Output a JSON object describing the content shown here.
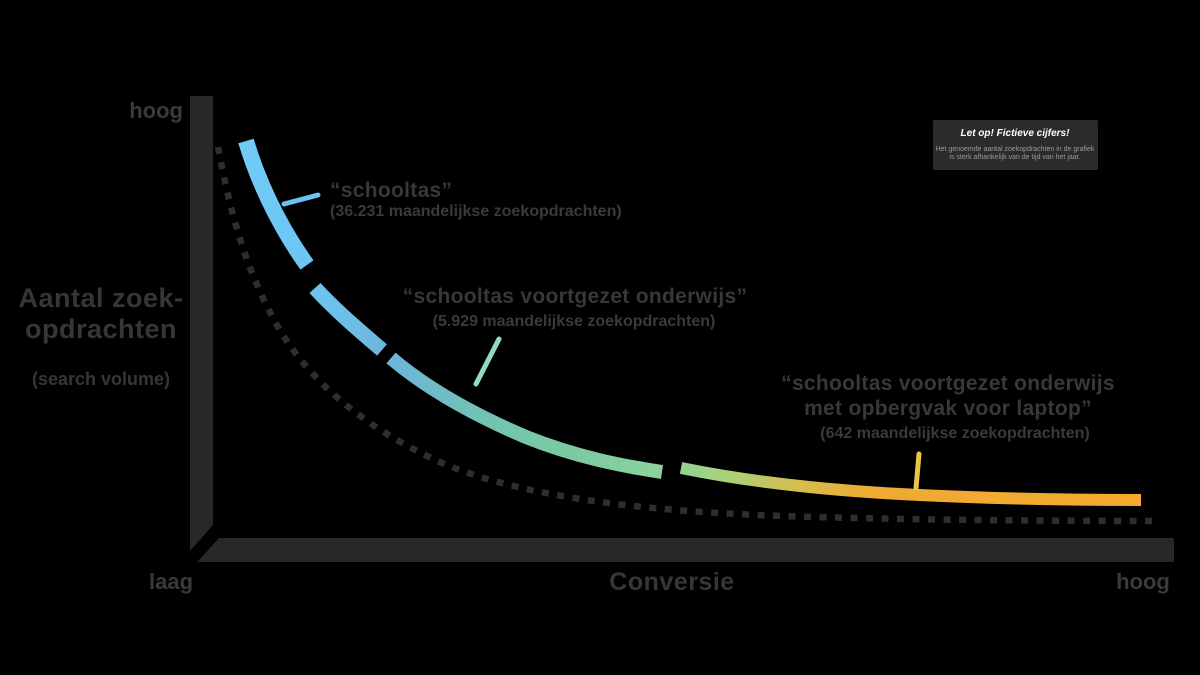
{
  "colors": {
    "background": "#000000",
    "axis": "#28282a",
    "dashed_curve": "#2e2e30",
    "label_text": "#3a3a3a",
    "segment_blue": "#6fc8f5",
    "segment_teal": "#72c5ad",
    "segment_green": "#8ed29a",
    "segment_orange": "#f5a82f",
    "leader_blue": "#68c4f2",
    "leader_teal": "#93d9c0",
    "leader_yellow": "#e9c44b",
    "note_bg": "#2b2b2b",
    "note_title": "#ffffff",
    "note_body": "#9a9a9a"
  },
  "y_axis": {
    "top_label": "hoog",
    "bottom_label": "laag",
    "title_line1": "Aantal zoek-",
    "title_line2": "opdrachten",
    "subtitle": "(search volume)"
  },
  "x_axis": {
    "title": "Conversie",
    "right_label": "hoog"
  },
  "annotations": [
    {
      "title": "“schooltas”",
      "subtitle": "(36.231 maandelijkse zoekopdrachten)"
    },
    {
      "title": "“schooltas voortgezet onderwijs”",
      "subtitle": "(5.929 maandelijkse zoekopdrachten)"
    },
    {
      "title_line1": "“schooltas voortgezet onderwijs",
      "title_line2": "met opbergvak voor laptop”",
      "subtitle": "(642 maandelijkse zoekopdrachten)"
    }
  ],
  "note": {
    "title": "Let op! Fictieve cijfers!",
    "body_line1": "Het genoemde aantal zoekopdrachten in de grafiek",
    "body_line2": "is sterk afhankelijk van de tijd van het jaar."
  },
  "chart_data": {
    "type": "line",
    "title": "",
    "xlabel": "Conversie",
    "ylabel": "Aantal zoekopdrachten (search volume)",
    "x_axis_range_labels": [
      "laag",
      "hoog"
    ],
    "y_axis_range_labels": [
      "laag",
      "hoog"
    ],
    "grid": false,
    "legend": false,
    "curve_shape": "long-tail (high search volume / low conversion at left, low search volume / high conversion at right)",
    "curves": [
      {
        "name": "keyword long-tail curve",
        "style": "gradient band in 4 segments",
        "gradient_colors": [
          "#6fc8f5",
          "#72c5ad",
          "#8ed29a",
          "#f5a82f"
        ]
      },
      {
        "name": "reference curve",
        "style": "dashed dark gray, parallel below the gradient band"
      }
    ],
    "points": [
      {
        "keyword": "schooltas",
        "monthly_searches": 36231,
        "search_volume": "hoog",
        "conversion": "laag"
      },
      {
        "keyword": "schooltas voortgezet onderwijs",
        "monthly_searches": 5929,
        "search_volume": "midden",
        "conversion": "midden"
      },
      {
        "keyword": "schooltas voortgezet onderwijs met opbergvak voor laptop",
        "monthly_searches": 642,
        "search_volume": "laag",
        "conversion": "hoog"
      }
    ]
  }
}
